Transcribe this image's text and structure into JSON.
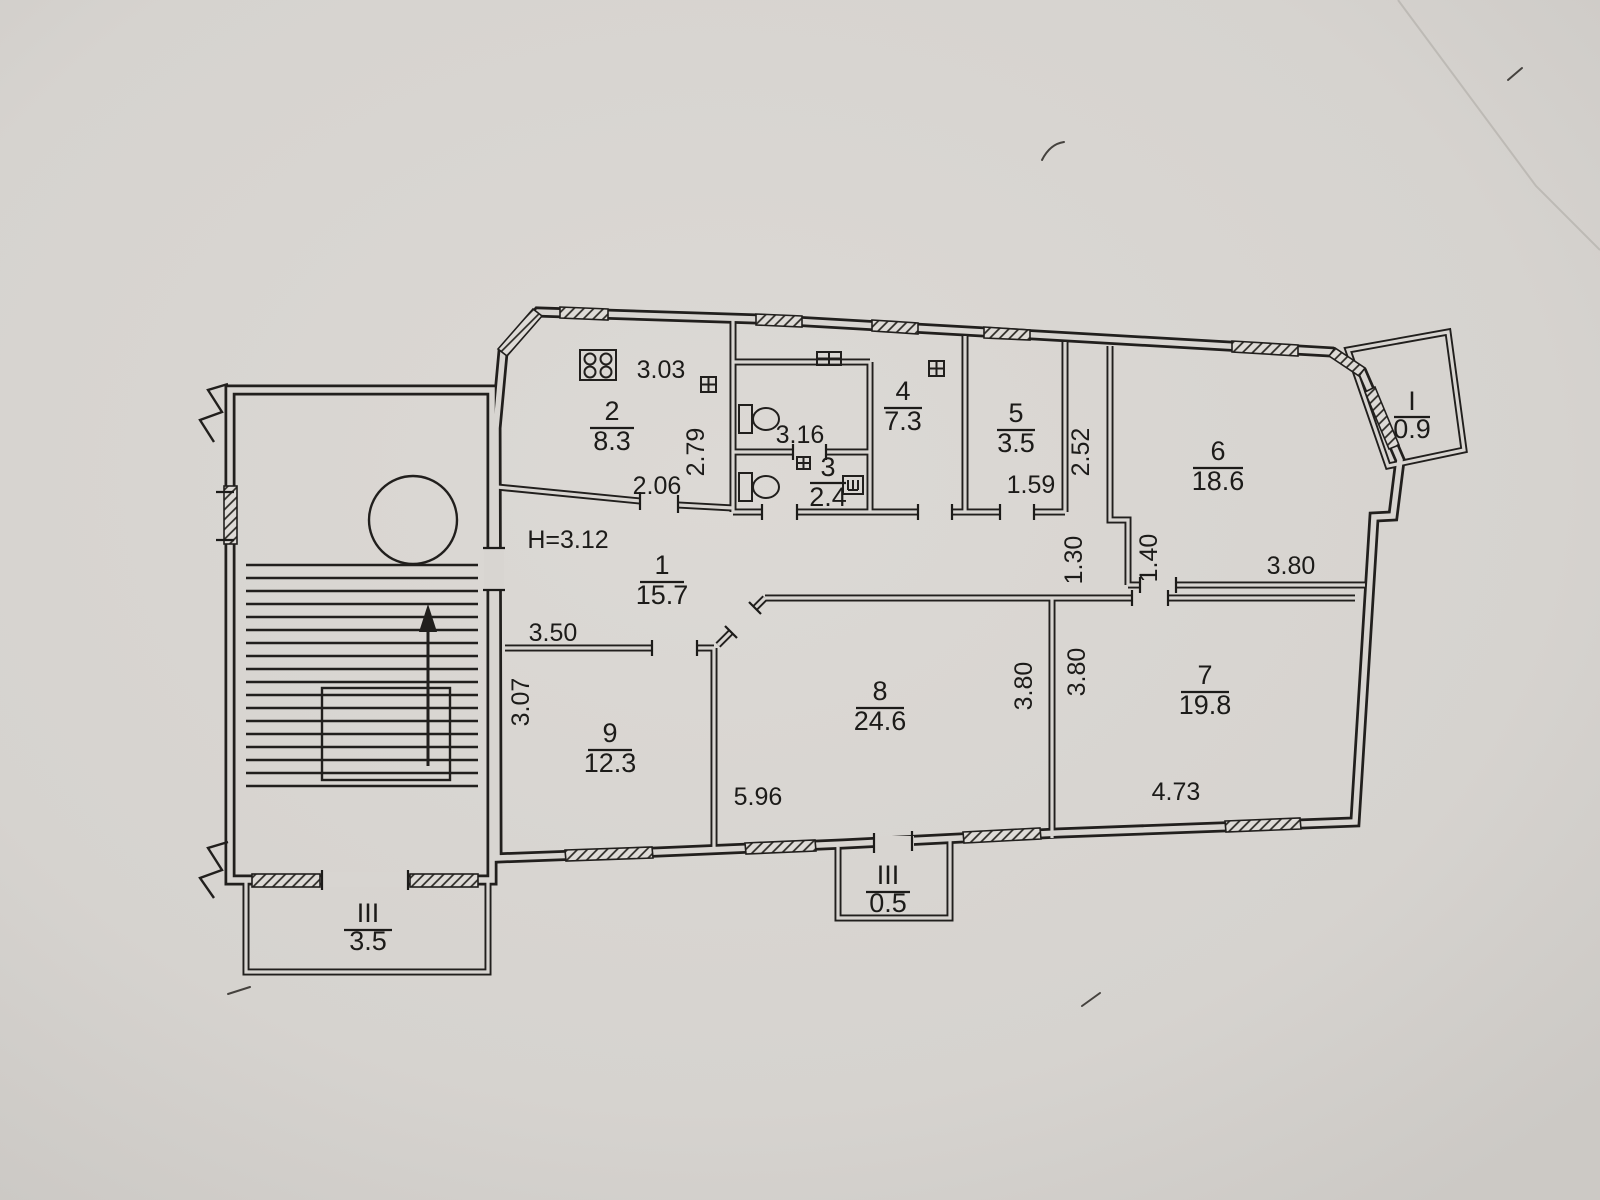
{
  "document": {
    "type": "apartment-floor-plan"
  },
  "colors": {
    "paper": "#d8d5d1",
    "ink": "#211f1d"
  },
  "rooms": [
    {
      "num": "1",
      "area": "15.7"
    },
    {
      "num": "2",
      "area": "8.3"
    },
    {
      "num": "3",
      "area": "2.4"
    },
    {
      "num": "4",
      "area": "7.3"
    },
    {
      "num": "5",
      "area": "3.5"
    },
    {
      "num": "6",
      "area": "18.6"
    },
    {
      "num": "7",
      "area": "19.8"
    },
    {
      "num": "8",
      "area": "24.6"
    },
    {
      "num": "9",
      "area": "12.3"
    }
  ],
  "balconies": [
    {
      "num": "I",
      "area": "0.9"
    },
    {
      "num": "III",
      "area": "0.5"
    },
    {
      "num": "III",
      "area": "3.5"
    }
  ],
  "dims": {
    "stove": "3.03",
    "kitchen_w": "2.06",
    "kitchen_d": "2.79",
    "bath": "3.16",
    "wc": "1.59",
    "hall5": "2.52",
    "height": "H=3.12",
    "corr_a": "1.30",
    "corr_b": "1.40",
    "room6_w": "3.80",
    "room9_w": "3.50",
    "room9_d": "3.07",
    "room8_d": "3.80",
    "room7_d": "3.80",
    "room8_w": "5.96",
    "room7_w": "4.73"
  }
}
